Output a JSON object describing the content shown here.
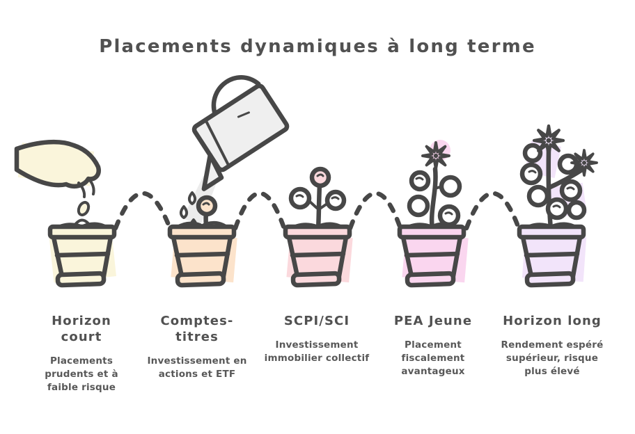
{
  "title": "Placements dynamiques à long terme",
  "colors": {
    "outline": "#474747",
    "title_text": "#515151",
    "subtitle_text": "#585858",
    "background": "#FFFFFF",
    "watering_can": "#EFEFEF",
    "water_stream": "#ECECEC",
    "drop_fill": "#FFFFFF",
    "leaf_fill": "#FFFFFF"
  },
  "stages": [
    {
      "name": "horizon-court",
      "title": "Horizon court",
      "subtitle": "Placements prudents et à faible risque",
      "pot_color": "#FAF5DB",
      "icon": "hand-planting-seed-icon"
    },
    {
      "name": "comptes-titres",
      "title": "Comptes-titres",
      "subtitle": "Investissement en actions et ETF",
      "pot_color": "#FCE3CB",
      "icon": "watering-can-icon"
    },
    {
      "name": "scpi-sci",
      "title": "SCPI/SCI",
      "subtitle": "Investissement immobilier collectif",
      "pot_color": "#FBD9DD",
      "icon": "sprout-icon"
    },
    {
      "name": "pea-jeune",
      "title": "PEA Jeune",
      "subtitle": "Placement fiscalement avantageux",
      "pot_color": "#FAD6EF",
      "icon": "flower-icon"
    },
    {
      "name": "horizon-long",
      "title": "Horizon long",
      "subtitle": "Rendement espéré supérieur, risque plus élevé",
      "pot_color": "#F2E4FA",
      "icon": "blooming-plant-icon"
    }
  ]
}
